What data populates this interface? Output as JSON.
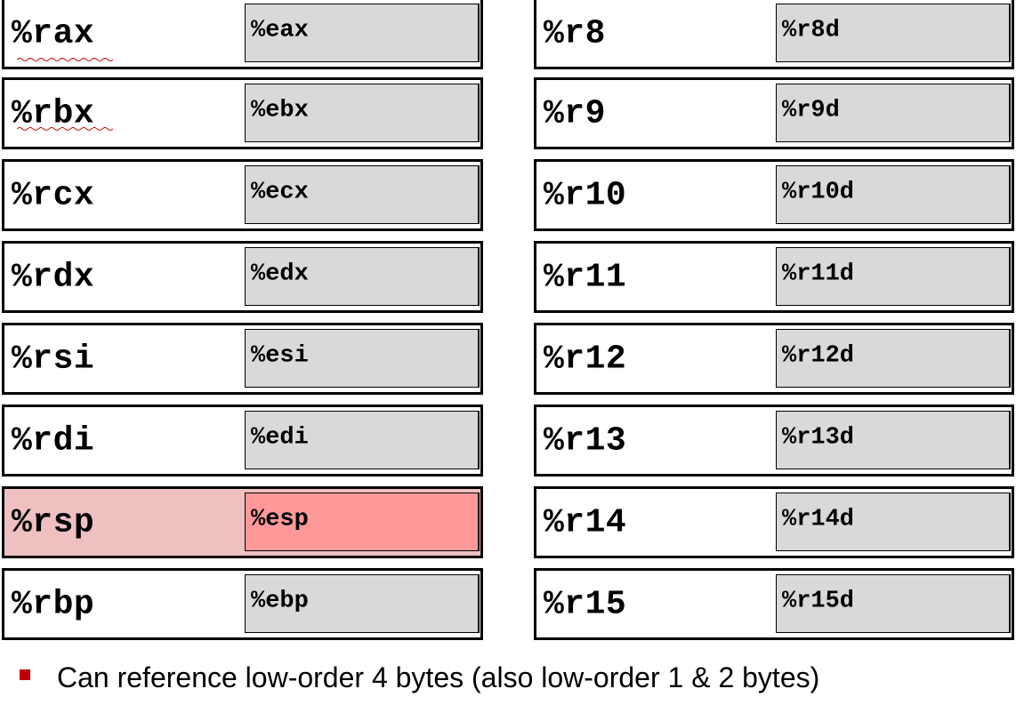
{
  "registers_left": [
    {
      "name": "%rax",
      "sub": "%eax"
    },
    {
      "name": "%rbx",
      "sub": "%ebx"
    },
    {
      "name": "%rcx",
      "sub": "%ecx"
    },
    {
      "name": "%rdx",
      "sub": "%edx"
    },
    {
      "name": "%rsi",
      "sub": "%esi"
    },
    {
      "name": "%rdi",
      "sub": "%edi"
    },
    {
      "name": "%rsp",
      "sub": "%esp",
      "highlighted": true
    },
    {
      "name": "%rbp",
      "sub": "%ebp"
    }
  ],
  "registers_right": [
    {
      "name": "%r8",
      "sub": "%r8d"
    },
    {
      "name": "%r9",
      "sub": "%r9d"
    },
    {
      "name": "%r10",
      "sub": "%r10d"
    },
    {
      "name": "%r11",
      "sub": "%r11d"
    },
    {
      "name": "%r12",
      "sub": "%r12d"
    },
    {
      "name": "%r13",
      "sub": "%r13d"
    },
    {
      "name": "%r14",
      "sub": "%r14d"
    },
    {
      "name": "%r15",
      "sub": "%r15d"
    }
  ],
  "colors": {
    "highlight_outer": "#efc0c0",
    "highlight_inner": "#ff9999",
    "sub_register_fill": "#d9d9d9",
    "bullet": "#c00000"
  },
  "bullet": {
    "text": "Can reference low-order 4 bytes (also low-order 1 & 2 bytes)"
  }
}
